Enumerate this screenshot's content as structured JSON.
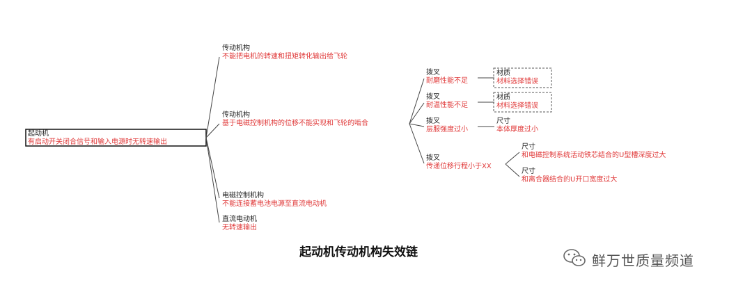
{
  "root": {
    "name": "起动机",
    "desc": "有启动开关闭合信号和输入电源时无转速输出"
  },
  "level1": [
    {
      "name": "传动机构",
      "desc": "不能把电机的转速和扭矩转化输出给飞轮"
    },
    {
      "name": "传动机构",
      "desc": "基于电磁控制机构的位移不能实现和飞轮的啮合"
    },
    {
      "name": "电磁控制机构",
      "desc": "不能连接蓄电池电源至直流电动机"
    },
    {
      "name": "直流电动机",
      "desc": "无转速输出"
    }
  ],
  "level2": [
    {
      "name": "拨叉",
      "desc": "耐磨性能不足"
    },
    {
      "name": "拨叉",
      "desc": "耐温性能不足"
    },
    {
      "name": "拨叉",
      "desc": "层服强度过小"
    },
    {
      "name": "拨叉",
      "desc": "传递位移行程小于XX"
    }
  ],
  "level3": [
    {
      "name": "材质",
      "desc": "材料选择错误"
    },
    {
      "name": "材质",
      "desc": "材料选择错误"
    },
    {
      "name": "尺寸",
      "desc": "本体厚度过小"
    },
    {
      "name": "尺寸",
      "desc": "和电磁控制系统活动铁芯结合的U型槽深度过大"
    },
    {
      "name": "尺寸",
      "desc": "和离合器结合的U开口宽度过大"
    }
  ],
  "caption": "起动机传动机构失效链",
  "watermark": "鲜万世质量频道",
  "watermark_icon": "wechat-icon",
  "colors": {
    "name_text": "#222222",
    "desc_text": "#e03a3a",
    "line": "#333333"
  }
}
